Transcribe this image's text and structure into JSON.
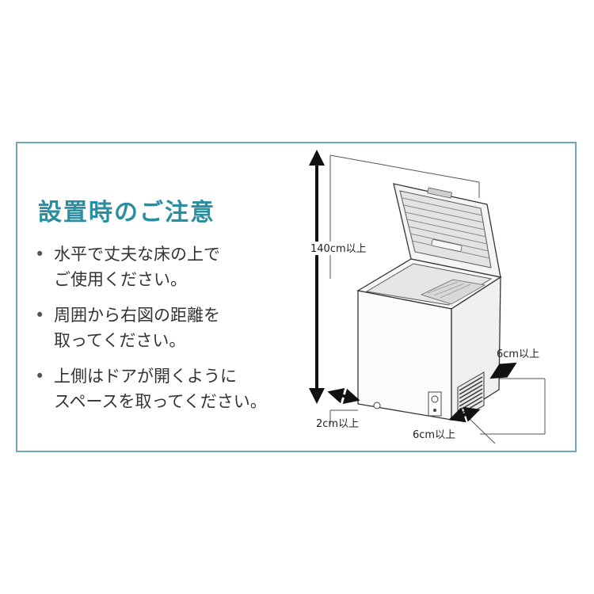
{
  "title": "設置時のご注意",
  "notes": [
    {
      "line1": "水平で丈夫な床の上で",
      "line2": "ご使用ください。"
    },
    {
      "line1": "周囲から右図の距離を",
      "line2": "取ってください。"
    },
    {
      "line1": "上側はドアが開くように",
      "line2": "スペースを取ってください。"
    }
  ],
  "bullet": "•",
  "dimensions": {
    "top": "140cm以上",
    "left": "2cm以上",
    "back_right": "6cm以上",
    "right": "6cm以上"
  },
  "colors": {
    "accent": "#2a8ea1",
    "frame": "#6fa8b5"
  }
}
